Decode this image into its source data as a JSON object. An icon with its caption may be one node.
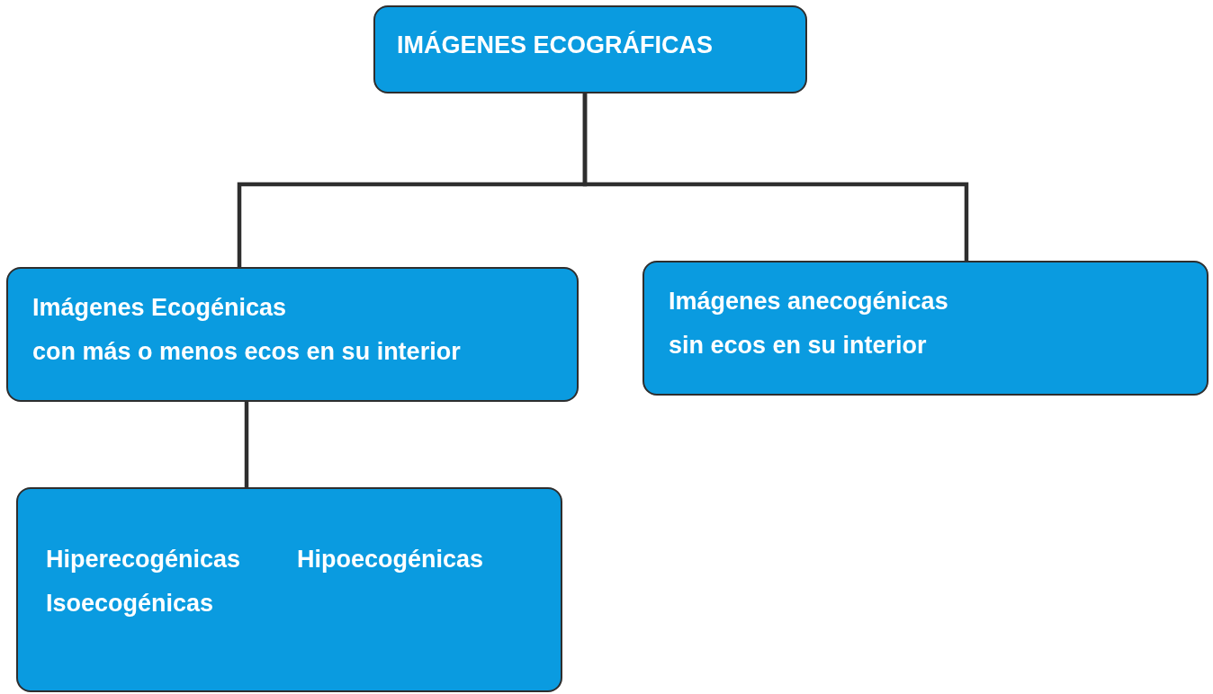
{
  "diagram": {
    "nodes": [
      {
        "text": [
          "IMÁGENES ECOGRÁFICAS"
        ]
      },
      {
        "text": [
          "Imágenes Ecogénicas",
          "con más o menos ecos en su interior"
        ]
      },
      {
        "text": [
          "Imágenes anecogénicas",
          "sin ecos en su interior"
        ]
      },
      {
        "text": [
          "Hiperecogénicas",
          "Hipoecogénicas",
          "Isoecogénicas"
        ]
      }
    ],
    "edges": [
      {
        "from": 0,
        "to": 1,
        "arrow": "none"
      },
      {
        "from": 0,
        "to": 2,
        "arrow": "none"
      },
      {
        "from": 1,
        "to": 3,
        "arrow": "none"
      }
    ]
  }
}
